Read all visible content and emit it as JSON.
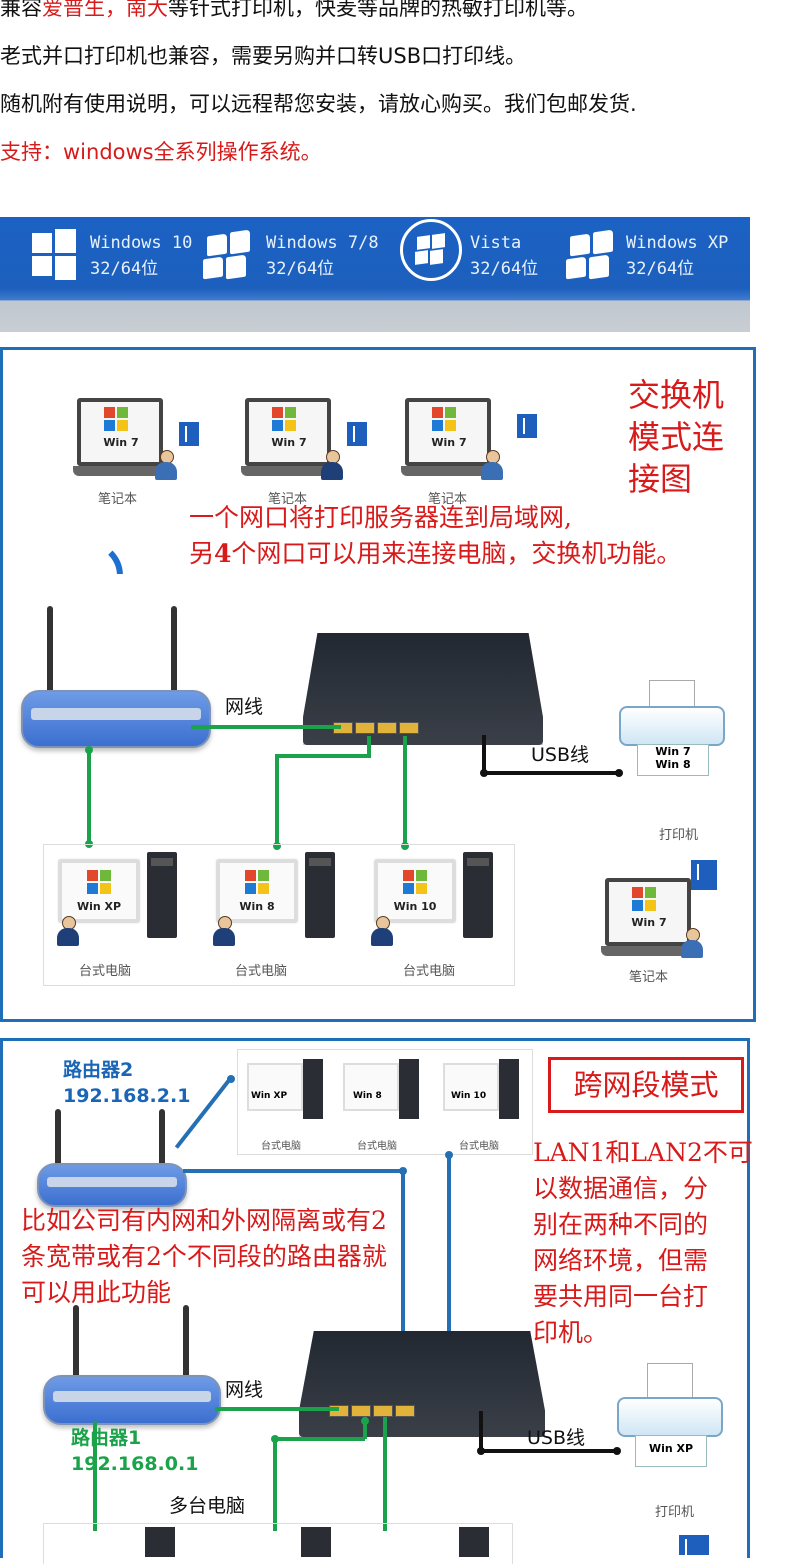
{
  "intro": {
    "line1_parts": [
      "兼容",
      "爱普生，南大",
      "等针式打印机，快麦等品牌的热敏打印机等。"
    ],
    "line2": "老式并口打印机也兼容，需要另购并口转USB口打印线。",
    "line3": "随机附有使用说明，可以远程帮您安装，请放心购买。我们包邮发货.",
    "line4": "支持：windows全系列操作系统。"
  },
  "os_banner": {
    "items": [
      {
        "name": "Windows 10",
        "bits": "32/64位"
      },
      {
        "name": "Windows 7/8",
        "bits": "32/64位"
      },
      {
        "name": "Vista",
        "bits": "32/64位"
      },
      {
        "name": "Windows XP",
        "bits": "32/64位"
      }
    ]
  },
  "switch_diagram": {
    "title": "交换机模式连接图",
    "title_lines": [
      "交换机",
      "模式连",
      "接图"
    ],
    "desc_line1": "一个网口将打印服务器连到局域网,",
    "desc_line2_parts": [
      "另",
      "4",
      "个网口可以用来连接电脑，交换机功能。"
    ],
    "laptops": [
      {
        "os": "Win 7",
        "label": "笔记本"
      },
      {
        "os": "Win 7",
        "label": "笔记本"
      },
      {
        "os": "Win 7",
        "label": "笔记本"
      }
    ],
    "cable_label": "网线",
    "usb_label": "USB线",
    "printer_os": [
      "Win 7",
      "Win 8"
    ],
    "printer_label": "打印机",
    "desktops": [
      {
        "os": "Win XP",
        "label": "台式电脑"
      },
      {
        "os": "Win 8",
        "label": "台式电脑"
      },
      {
        "os": "Win 10",
        "label": "台式电脑"
      }
    ],
    "corner_laptop": {
      "os": "Win 7",
      "label": "笔记本"
    }
  },
  "cross_diagram": {
    "title": "跨网段模式",
    "router2_name": "路由器2",
    "router2_ip": "192.168.2.1",
    "desktops": [
      {
        "os": "Win XP",
        "label": "台式电脑"
      },
      {
        "os": "Win 8",
        "label": "台式电脑"
      },
      {
        "os": "Win 10",
        "label": "台式电脑"
      }
    ],
    "desc_right_lines": [
      "LAN1和LAN2不可",
      "以数据通信，分",
      "别在两种不同的",
      "网络环境，但需",
      "要共用同一台打",
      "印机。"
    ],
    "desc_left_lines": [
      "比如公司有内网和外网隔离或有2",
      "条宽带或有2个不同段的路由器就",
      "可以用此功能"
    ],
    "cable_label": "网线",
    "router1_name": "路由器1",
    "router1_ip": "192.168.0.1",
    "usb_label": "USB线",
    "printer_os": "Win XP",
    "printer_label": "打印机",
    "multi_pc_label": "多台电脑"
  }
}
